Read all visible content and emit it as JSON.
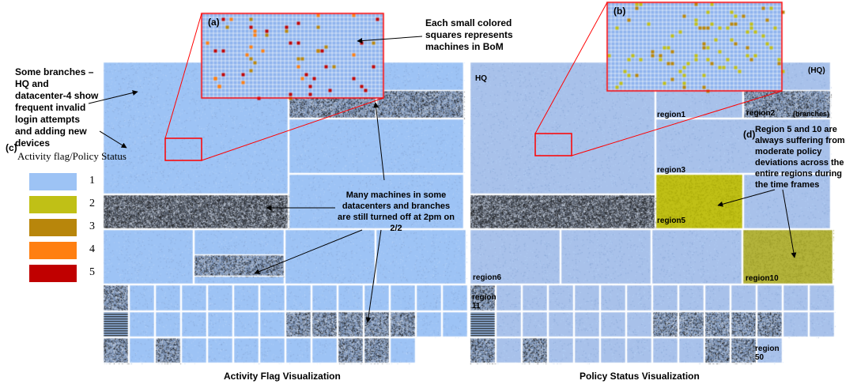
{
  "colors": {
    "status_1": "#9dc3f5",
    "status_2": "#c0c016",
    "status_3": "#b8860b",
    "status_4": "#ff7f11",
    "status_5": "#c00000",
    "treemap_bg": "#9dc3f5",
    "dark_block": "#3a3a3a",
    "zoom_border": "#ff0000"
  },
  "annotations": {
    "panel_a_label": "(a)",
    "panel_b_label": "(b)",
    "panel_c_label": "(c)",
    "panel_d_label": "(d)",
    "squares_note": "Each small colored squares represents machines in BoM",
    "branches_note": "Some branches – HQ and datacenter-4 show frequent invalid login attempts  and adding new devices",
    "off_note": "Many machines in some datacenters and branches are still  turned off at 2pm on 2/2",
    "region_note": "Region 5 and 10 are always suffering from moderate policy deviations across the entire regions during the time frames"
  },
  "legend": {
    "title": "Activity flag/Policy Status",
    "items": [
      {
        "label": "1",
        "color": "#9dc3f5"
      },
      {
        "label": "2",
        "color": "#c0c016"
      },
      {
        "label": "3",
        "color": "#b8860b"
      },
      {
        "label": "4",
        "color": "#ff7f11"
      },
      {
        "label": "5",
        "color": "#c00000"
      }
    ]
  },
  "right_labels": {
    "hq": "HQ",
    "hq_paren": "(HQ)",
    "branches": "(branches)",
    "region1": "region1",
    "region2": "region2",
    "region3": "region3",
    "region5": "region5",
    "region6": "region6",
    "region10": "region10",
    "region11": "region 11",
    "region50": "region 50"
  },
  "captions": {
    "left": "Activity Flag Visualization",
    "right": "Policy Status  Visualization"
  }
}
